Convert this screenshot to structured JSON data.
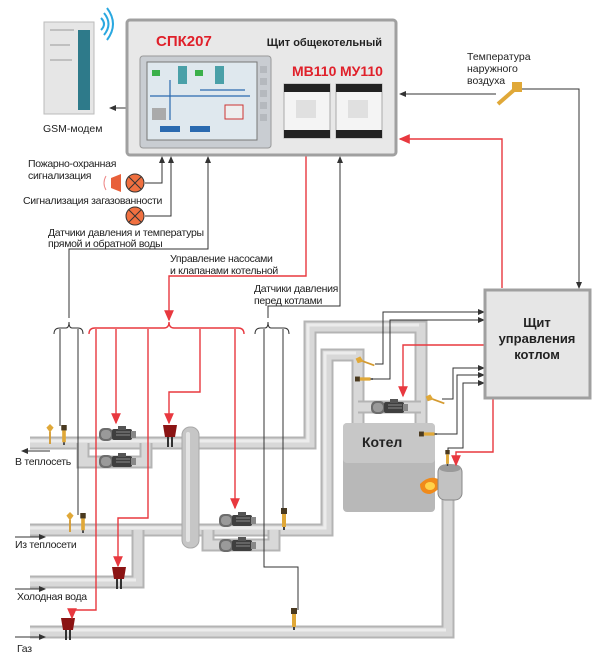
{
  "top_panel": {
    "controller_label": "СПК207",
    "panel_title": "Щит общекотельный",
    "module1_label": "МВ110",
    "module2_label": "МУ110"
  },
  "gsm": {
    "label": "GSM-модем"
  },
  "outdoor_temp": {
    "label_lines": [
      "Температура",
      "наружного",
      "воздуха"
    ]
  },
  "boiler_panel": {
    "label_lines": [
      "Щит",
      "управления",
      "котлом"
    ]
  },
  "boiler": {
    "label": "Котел"
  },
  "signals": {
    "fire_alarm_lines": [
      "Пожарно-охранная",
      "сигнализация"
    ],
    "gas_alarm": "Сигнализация загазованности",
    "water_sensors_lines": [
      "Датчики давления и температуры",
      "прямой и обратной воды"
    ],
    "pump_control_lines": [
      "Управление насосами",
      "и клапанами котельной"
    ],
    "boiler_pressure_lines": [
      "Датчики давления",
      "перед котлами"
    ]
  },
  "lines": {
    "supply_out": "В теплосеть",
    "return_in": "Из теплосети",
    "cold_water": "Холодная вода",
    "gas": "Газ"
  },
  "colors": {
    "control_red": "#e8383f",
    "pipe": "#d0d0d0",
    "panel_bg": "#e8e8e8",
    "accent_red": "#e0202a"
  }
}
